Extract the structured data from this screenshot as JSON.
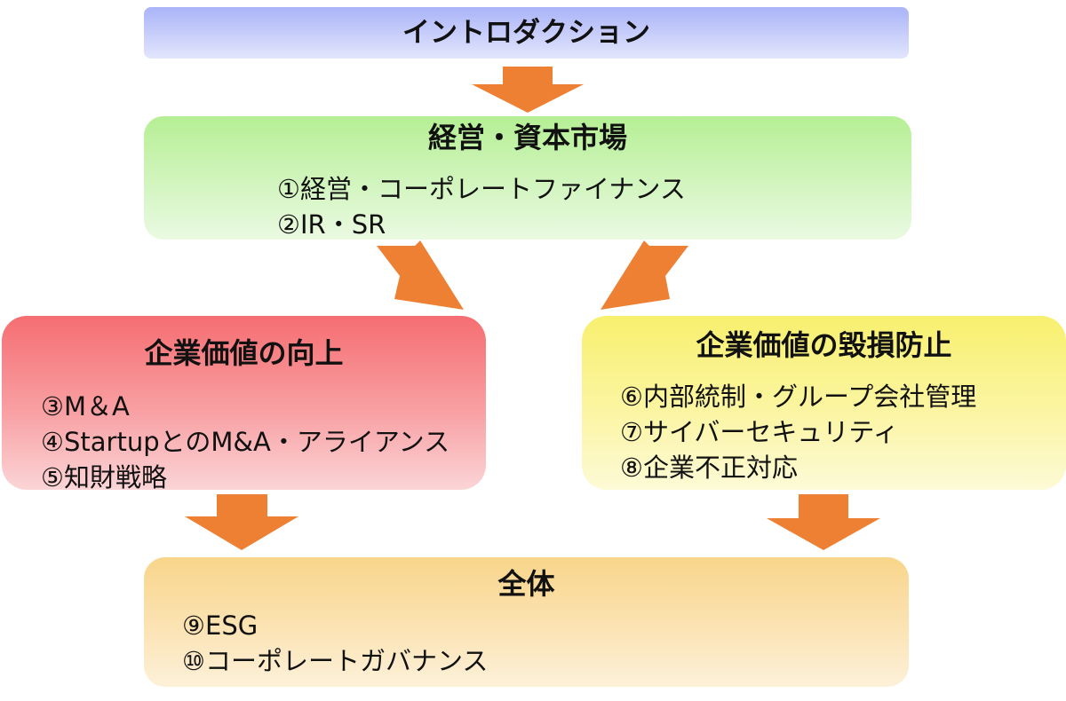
{
  "colors": {
    "arrow": "#ee8034",
    "intro": "#aab4f8",
    "capital": "#b5ef94",
    "value_up": "#f56e72",
    "value_protect": "#f8f06e",
    "overall": "#f8d58a"
  },
  "intro": {
    "title": "イントロダクション"
  },
  "capital": {
    "title": "経営・資本市場",
    "items": [
      "①経営・コーポレートファイナンス",
      "②IR・SR"
    ]
  },
  "value_up": {
    "title": "企業価値の向上",
    "items": [
      "③M＆A",
      "④StartupとのM&A・アライアンス",
      "⑤知財戦略"
    ]
  },
  "value_protect": {
    "title": "企業価値の毀損防止",
    "items": [
      "⑥内部統制・グループ会社管理",
      "⑦サイバーセキュリティ",
      "⑧企業不正対応"
    ]
  },
  "overall": {
    "title": "全体",
    "items": [
      "⑨ESG",
      "⑩コーポレートガバナンス"
    ]
  }
}
